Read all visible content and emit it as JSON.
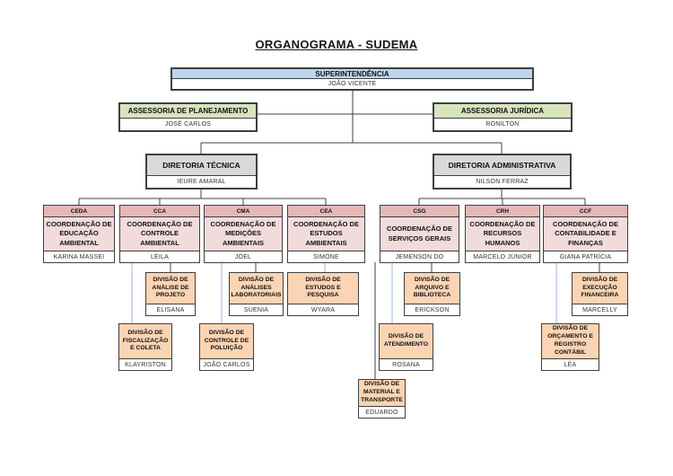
{
  "page": {
    "title": "ORGANOGRAMA - SUDEMA"
  },
  "colors": {
    "superintendencia_header": "#bdd6ee",
    "assessoria_header": "#d7e4bc",
    "diretoria_header": "#d9d9d9",
    "coordenacao_header": "#e5b8b7",
    "coordenacao_body": "#f1dcdb",
    "divisao_body": "#fbd4b4",
    "connector_primary": "#404040",
    "connector_secondary": "#9ab5d9"
  },
  "nodes": {
    "superintendencia": {
      "title": "SUPERINTENDÊNCIA",
      "name": "JOÃO VICENTE"
    },
    "assessoria_planejamento": {
      "title": "ASSESSORIA DE PLANEJAMENTO",
      "name": "JOSÉ CARLOS"
    },
    "assessoria_juridica": {
      "title": "ASSESSORIA JURÍDICA",
      "name": "RONILTON"
    },
    "diretoria_tecnica": {
      "title": "DIRETORIA TÉCNICA",
      "name": "IEURE AMARAL"
    },
    "diretoria_administrativa": {
      "title": "DIRETORIA ADMINISTRATIVA",
      "name": "NILSON FERRAZ"
    },
    "ceda": {
      "acronym": "CEDA",
      "title": "COORDENAÇÃO DE EDUCAÇÃO AMBIENTAL",
      "name": "KARINA MASSEI"
    },
    "cca": {
      "acronym": "CCA",
      "title": "COORDENAÇÃO DE CONTROLE AMBIENTAL",
      "name": "LEILA"
    },
    "cma": {
      "acronym": "CMA",
      "title": "COORDENAÇÃO DE MEDIÇÕES AMBIENTAIS",
      "name": "JOEL"
    },
    "cea": {
      "acronym": "CEA",
      "title": "COORDENAÇÃO DE ESTUDOS AMBIENTAIS",
      "name": "SIMONE"
    },
    "csg": {
      "acronym": "CSG",
      "title": "COORDENAÇÃO DE SERVIÇOS GERAIS",
      "name": "JEMENSON DO"
    },
    "crh": {
      "acronym": "CRH",
      "title": "COORDENAÇÃO DE RECURSOS HUMANOS",
      "name": "MARCELO JÚNIOR"
    },
    "ccf": {
      "acronym": "CCF",
      "title": "COORDENAÇÃO DE CONTABILIDADE E FINANÇAS",
      "name": "GIANA PATRÍCIA"
    },
    "div_analise_projeto": {
      "title": "DIVISÃO DE ANÁLISE DE PROJETO",
      "name": "ELISANA"
    },
    "div_fiscalizacao_coleta": {
      "title": "DIVISÃO DE FISCALIZAÇÃO E COLETA",
      "name": "KLAYRISTON"
    },
    "div_analises_laboratoriais": {
      "title": "DIVISÃO DE ANÁLISES LABORATORIAIS",
      "name": "SUENIA"
    },
    "div_controle_poluicao": {
      "title": "DIVISÃO DE CONTROLE DE POLUIÇÃO",
      "name": "JOÃO CARLOS"
    },
    "div_estudos_pesquisa": {
      "title": "DIVISÃO DE ESTUDOS E PESQUISA",
      "name": "WYARA"
    },
    "div_arquivo_biblioteca": {
      "title": "DIVISÃO DE ARQUIVO E BIBLIOTECA",
      "name": "ERICKSON"
    },
    "div_atendimento": {
      "title": "DIVISÃO DE ATENDIMENTO",
      "name": "ROSANA"
    },
    "div_material_transporte": {
      "title": "DIVISÃO DE MATERIAL E TRANSPORTE",
      "name": "EDUARDO"
    },
    "div_execucao_financeira": {
      "title": "DIVISÃO DE EXECUÇÃO FINANCEIRA",
      "name": "MARCELLY"
    },
    "div_orcamento_registro": {
      "title": "DIVISÃO DE ORÇAMENTO E REGISTRO CONTÁBIL",
      "name": "LÉA"
    }
  }
}
